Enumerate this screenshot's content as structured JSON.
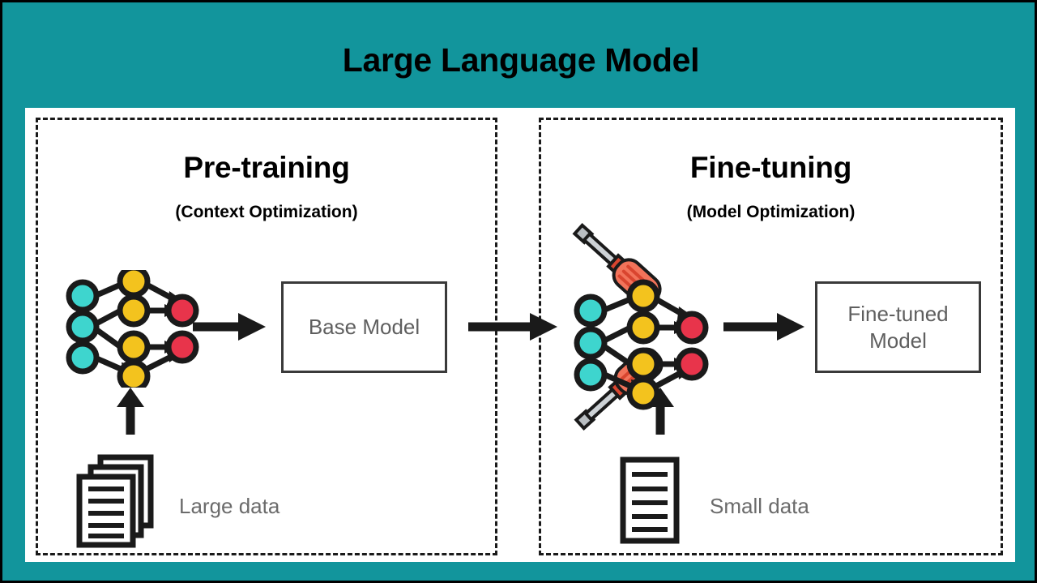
{
  "title": "Large Language Model",
  "theme": {
    "background": "#12959C",
    "panel": "#ffffff",
    "node_input": "#3ED5CE",
    "node_hidden": "#F3C31E",
    "node_output": "#E8344B",
    "tool_handle": "#F2735A",
    "tool_handle_dark": "#D9452F",
    "tool_shaft": "#B9BEC2",
    "text_gray": "#6b6b6b",
    "outline": "#1a1a1a"
  },
  "panels": [
    {
      "id": "pre-training",
      "heading": "Pre-training",
      "subtitle": "(Context Optimization)",
      "network": {
        "name": "base-neural-network",
        "input_nodes": 3,
        "hidden_nodes": 4,
        "output_nodes": 2,
        "has_tools": false
      },
      "model_box": {
        "label": "Base Model",
        "lines": [
          "Base Model"
        ]
      },
      "data": {
        "icon": "documents-stack-icon",
        "label": "Large data",
        "doc_count": 3,
        "doc_lines": 5
      }
    },
    {
      "id": "fine-tuning",
      "heading": "Fine-tuning",
      "subtitle": "(Model Optimization)",
      "network": {
        "name": "finetune-neural-network",
        "input_nodes": 3,
        "hidden_nodes": 4,
        "output_nodes": 2,
        "has_tools": true,
        "tool_count": 2,
        "tool_icon": "screwdriver-icon"
      },
      "model_box": {
        "label": "Fine-tuned Model",
        "lines": [
          "Fine-tuned",
          "Model"
        ]
      },
      "data": {
        "icon": "document-icon",
        "label": "Small data",
        "doc_count": 1,
        "doc_lines": 5
      }
    }
  ],
  "arrows": [
    {
      "name": "arrow-network-to-base-model",
      "from": "base-neural-network",
      "to": "base-model-box"
    },
    {
      "name": "arrow-base-model-to-finetune",
      "from": "base-model-box",
      "to": "finetune-neural-network"
    },
    {
      "name": "arrow-finetune-to-finetuned-model",
      "from": "finetune-neural-network",
      "to": "finetuned-model-box"
    },
    {
      "name": "arrow-large-data-up",
      "from": "large-data-icon",
      "to": "base-neural-network"
    },
    {
      "name": "arrow-small-data-up",
      "from": "small-data-icon",
      "to": "finetune-neural-network"
    }
  ]
}
